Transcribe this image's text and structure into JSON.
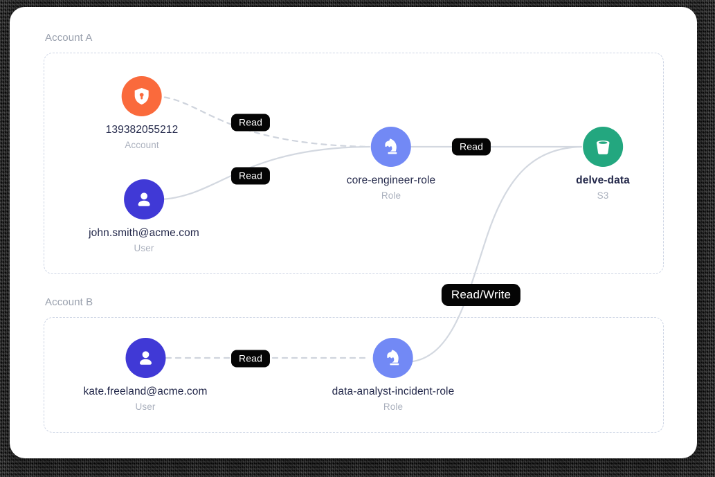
{
  "canvas": {
    "card_background": "#ffffff",
    "group_border_color": "#ccd4e4"
  },
  "groups": [
    {
      "id": "account-a",
      "label": "Account A"
    },
    {
      "id": "account-b",
      "label": "Account B"
    }
  ],
  "nodes": [
    {
      "id": "account-139382055212",
      "icon": "shield-lock-icon",
      "title": "139382055212",
      "subtitle": "Account",
      "color": "#fa6a3c",
      "group": "account-a"
    },
    {
      "id": "user-john-smith",
      "icon": "user-icon",
      "title": "john.smith@acme.com",
      "subtitle": "User",
      "color": "#4039d6",
      "group": "account-a"
    },
    {
      "id": "role-core-engineer",
      "icon": "chess-knight-icon",
      "title": "core-engineer-role",
      "subtitle": "Role",
      "color": "#7289f5",
      "group": "account-a"
    },
    {
      "id": "s3-delve-data",
      "icon": "bucket-icon",
      "title": "delve-data",
      "subtitle": "S3",
      "color": "#23a77f",
      "group": "account-a",
      "bold": true
    },
    {
      "id": "user-kate-freeland",
      "icon": "user-icon",
      "title": "kate.freeland@acme.com",
      "subtitle": "User",
      "color": "#4039d6",
      "group": "account-b"
    },
    {
      "id": "role-data-analyst-incident",
      "icon": "chess-knight-icon",
      "title": "data-analyst-incident-role",
      "subtitle": "Role",
      "color": "#7289f5",
      "group": "account-b"
    }
  ],
  "edges": [
    {
      "id": "edge-account-to-core-role",
      "from": "account-139382055212",
      "to": "role-core-engineer",
      "label": "Read",
      "style": "dashed"
    },
    {
      "id": "edge-john-to-core-role",
      "from": "user-john-smith",
      "to": "role-core-engineer",
      "label": "Read",
      "style": "solid"
    },
    {
      "id": "edge-core-role-to-s3",
      "from": "role-core-engineer",
      "to": "s3-delve-data",
      "label": "Read",
      "style": "solid"
    },
    {
      "id": "edge-kate-to-analyst-role",
      "from": "user-kate-freeland",
      "to": "role-data-analyst-incident",
      "label": "Read",
      "style": "dashed"
    },
    {
      "id": "edge-analyst-role-to-s3",
      "from": "role-data-analyst-incident",
      "to": "s3-delve-data",
      "label": "Read/Write",
      "style": "solid"
    }
  ]
}
